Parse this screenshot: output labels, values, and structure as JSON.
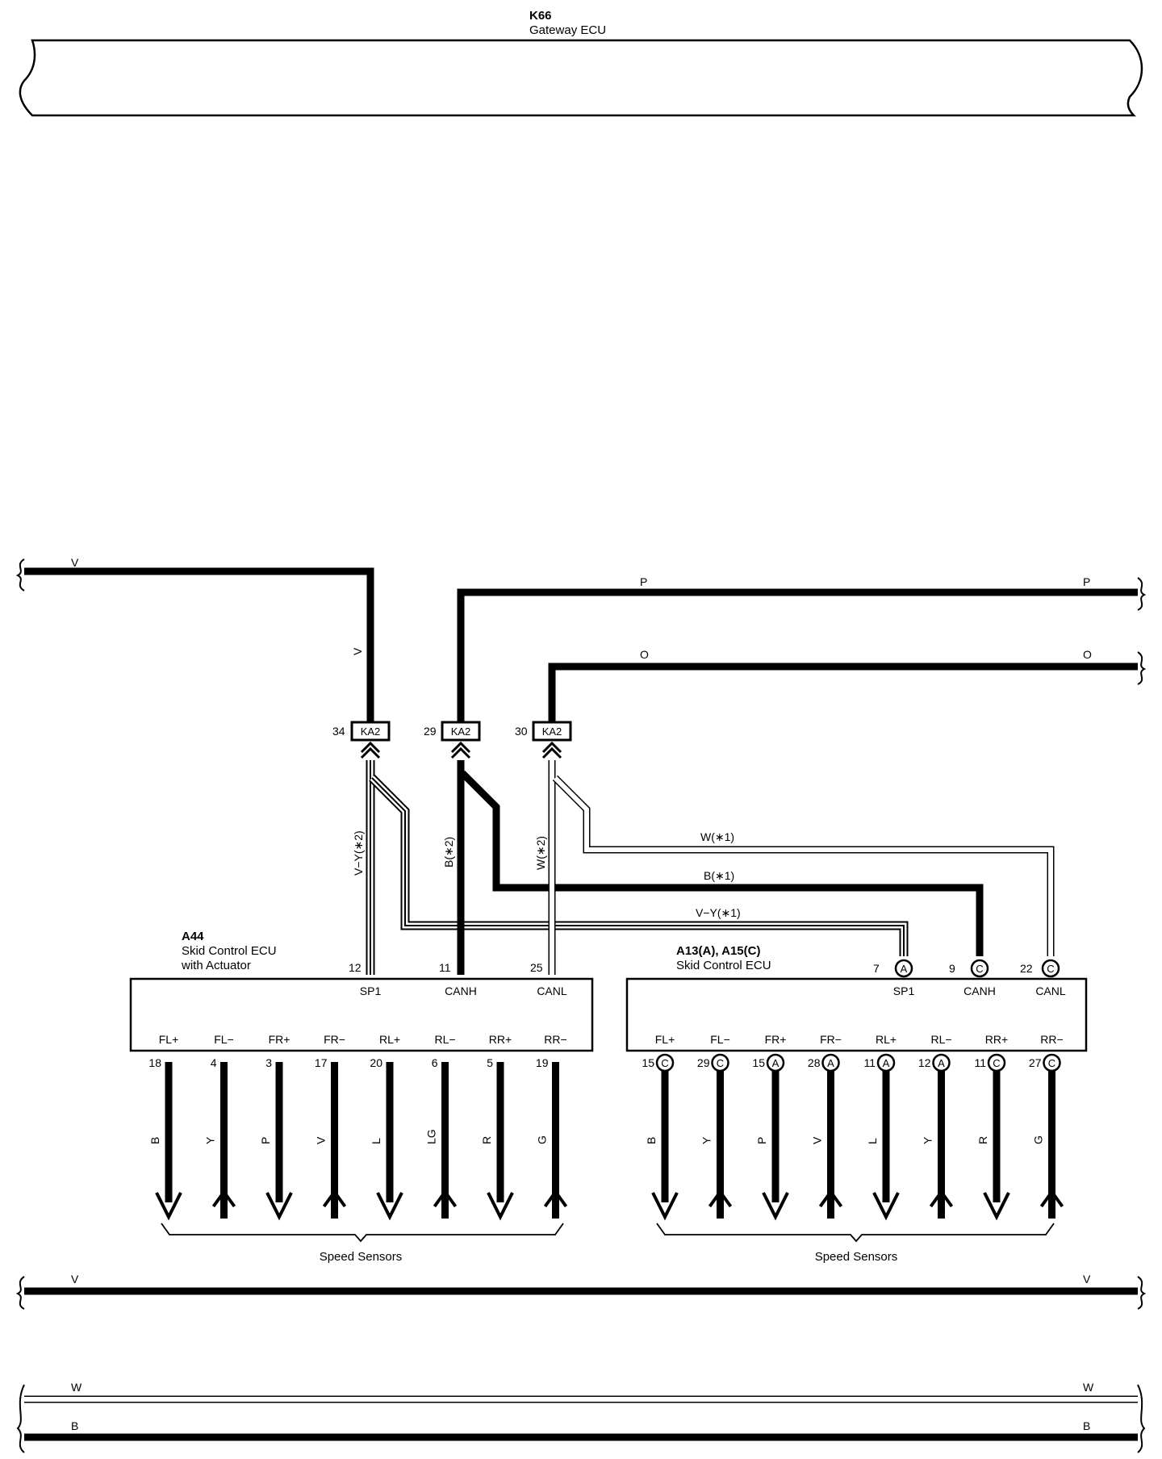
{
  "gateway": {
    "code": "K66",
    "name": "Gateway ECU"
  },
  "harness": {
    "top_v": "V",
    "p_left": "P",
    "p_right": "P",
    "o_left": "O",
    "o_right": "O",
    "v_vertical": "V",
    "bottom_v_left": "V",
    "bottom_v_right": "V",
    "bottom_w_left": "W",
    "bottom_w_right": "W",
    "bottom_b_left": "B",
    "bottom_b_right": "B"
  },
  "junctions": [
    {
      "pin": "34",
      "code": "KA2"
    },
    {
      "pin": "29",
      "code": "KA2"
    },
    {
      "pin": "30",
      "code": "KA2"
    }
  ],
  "branch_wires": {
    "vy_star2": "V−Y(∗2)",
    "b_star2": "B(∗2)",
    "w_star2": "W(∗2)",
    "w_star1": "W(∗1)",
    "b_star1": "B(∗1)",
    "vy_star1": "V−Y(∗1)"
  },
  "ecu_a44": {
    "code": "A44",
    "line1": "Skid Control ECU",
    "line2": "with Actuator",
    "top_terminals": [
      {
        "pin": "12",
        "name": "SP1"
      },
      {
        "pin": "11",
        "name": "CANH"
      },
      {
        "pin": "25",
        "name": "CANL"
      }
    ],
    "bottom_terminals": [
      {
        "name": "FL+",
        "pin": "18",
        "wire": "B"
      },
      {
        "name": "FL−",
        "pin": "4",
        "wire": "Y"
      },
      {
        "name": "FR+",
        "pin": "3",
        "wire": "P"
      },
      {
        "name": "FR−",
        "pin": "17",
        "wire": "V"
      },
      {
        "name": "RL+",
        "pin": "20",
        "wire": "L"
      },
      {
        "name": "RL−",
        "pin": "6",
        "wire": "LG"
      },
      {
        "name": "RR+",
        "pin": "5",
        "wire": "R"
      },
      {
        "name": "RR−",
        "pin": "19",
        "wire": "G"
      }
    ],
    "sensors_label": "Speed Sensors"
  },
  "ecu_a13": {
    "code": "A13(A), A15(C)",
    "line1": "Skid Control ECU",
    "top_terminals": [
      {
        "pin": "7",
        "conn": "A",
        "name": "SP1"
      },
      {
        "pin": "9",
        "conn": "C",
        "name": "CANH"
      },
      {
        "pin": "22",
        "conn": "C",
        "name": "CANL"
      }
    ],
    "bottom_terminals": [
      {
        "name": "FL+",
        "pin": "15",
        "conn": "C",
        "wire": "B"
      },
      {
        "name": "FL−",
        "pin": "29",
        "conn": "C",
        "wire": "Y"
      },
      {
        "name": "FR+",
        "pin": "15",
        "conn": "A",
        "wire": "P"
      },
      {
        "name": "FR−",
        "pin": "28",
        "conn": "A",
        "wire": "V"
      },
      {
        "name": "RL+",
        "pin": "11",
        "conn": "A",
        "wire": "L"
      },
      {
        "name": "RL−",
        "pin": "12",
        "conn": "A",
        "wire": "Y"
      },
      {
        "name": "RR+",
        "pin": "11",
        "conn": "C",
        "wire": "R"
      },
      {
        "name": "RR−",
        "pin": "27",
        "conn": "C",
        "wire": "G"
      }
    ],
    "sensors_label": "Speed Sensors"
  }
}
